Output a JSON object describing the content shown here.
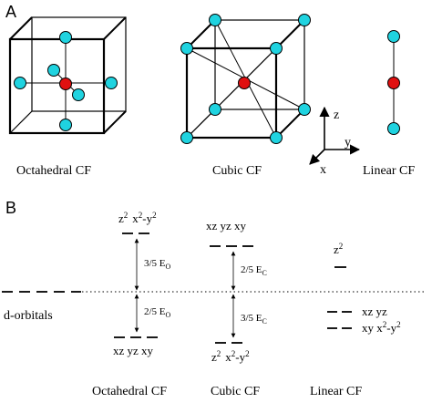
{
  "panel_a": {
    "letter": "A",
    "structures": [
      {
        "caption": "Octahedral  CF"
      },
      {
        "caption": "Cubic CF"
      },
      {
        "caption": "Linear CF"
      }
    ],
    "axes": {
      "z": "z",
      "y": "y",
      "x": "x"
    },
    "colors": {
      "ligand": "#1fd3e0",
      "metal": "#e01010",
      "frame": "#000000"
    }
  },
  "panel_b": {
    "letter": "B",
    "left_label": "d-orbitals",
    "octahedral": {
      "upper_base": [
        "z",
        "x"
      ],
      "upper_sup": [
        "2",
        "2"
      ],
      "upper_rest": [
        "",
        "-y"
      ],
      "upper_sup2": [
        "",
        "2"
      ],
      "upper_gap": "3/5 E",
      "upper_gap_sub": "O",
      "lower_gap": "2/5 E",
      "lower_gap_sub": "O",
      "lower_label": "xz yz xy",
      "caption": "Octahedral CF"
    },
    "cubic": {
      "upper_label": "xz yz xy",
      "upper_gap": "2/5 E",
      "upper_gap_sub": "C",
      "lower_gap": "3/5 E",
      "lower_gap_sub": "C",
      "lower_base": [
        "z",
        "x"
      ],
      "lower_sup": [
        "2",
        "2"
      ],
      "lower_rest": [
        "",
        "-y"
      ],
      "lower_sup2": [
        "",
        "2"
      ],
      "caption": "Cubic CF"
    },
    "linear": {
      "top_base": "z",
      "top_sup": "2",
      "mid_label": "xz  yz",
      "bottom_base": "xy  x",
      "bottom_sup": "2",
      "bottom_rest": "-y",
      "bottom_sup2": "2",
      "caption": "Linear  CF"
    }
  }
}
